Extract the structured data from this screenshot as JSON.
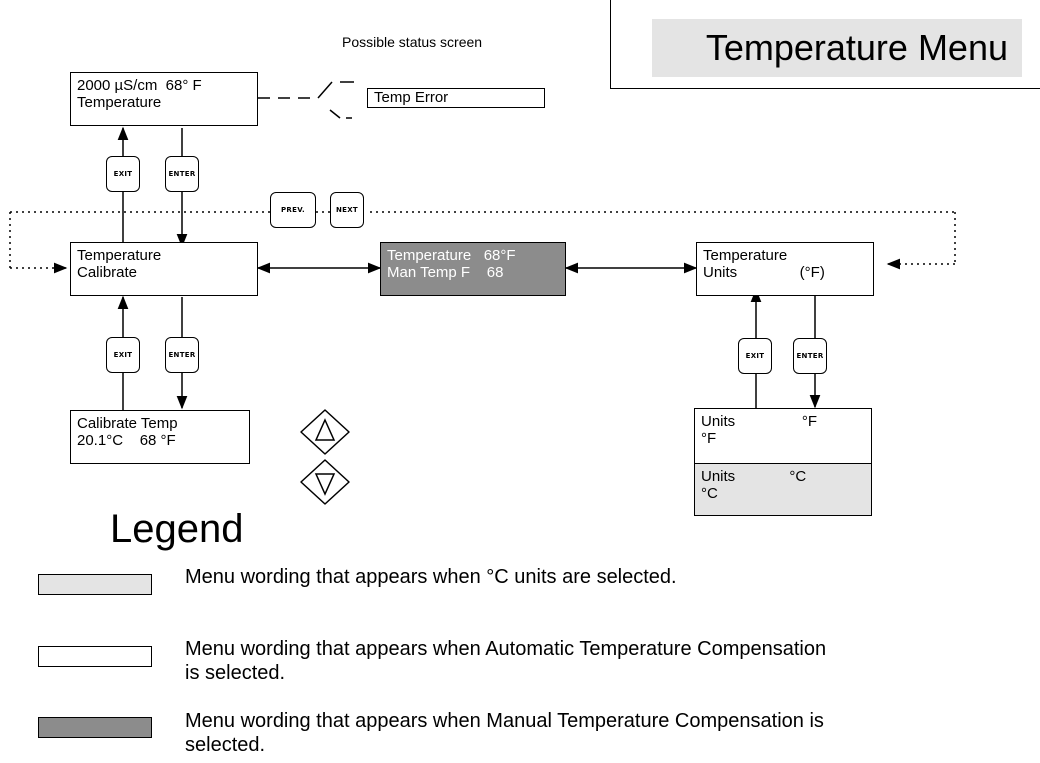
{
  "title": "Temperature Menu",
  "status_screen_label": "Possible status screen",
  "boxes": {
    "status": {
      "line1": "2000 µS/cm  68° F",
      "line2": "Temperature"
    },
    "temp_error": {
      "line1": "Temp Error"
    },
    "temp_calibrate": {
      "line1": "Temperature",
      "line2": "Calibrate"
    },
    "man_temp": {
      "line1": "Temperature   68°F",
      "line2": "Man Temp F    68"
    },
    "temp_units": {
      "line1": "Temperature",
      "line2": "Units               (°F)"
    },
    "calibrate_temp": {
      "line1": "Calibrate Temp",
      "line2": "20.1°C    68 °F"
    },
    "units_f": {
      "line1": "Units                °F",
      "line2": "°F"
    },
    "units_c": {
      "line1": "Units             °C",
      "line2": "°C"
    }
  },
  "keys": {
    "exit": "EXIT",
    "enter": "ENTER",
    "prev": "PREV.",
    "next": "NEXT"
  },
  "legend": {
    "title": "Legend",
    "items": [
      {
        "text": "Menu wording that appears when °C units are selected.",
        "color": "#e4e4e4"
      },
      {
        "text": "Menu wording that appears when Automatic Temperature Compensation is selected.",
        "color": "#ffffff"
      },
      {
        "text": "Menu wording that appears when Manual Temperature Compensation is selected.",
        "color": "#8c8c8c"
      }
    ]
  }
}
